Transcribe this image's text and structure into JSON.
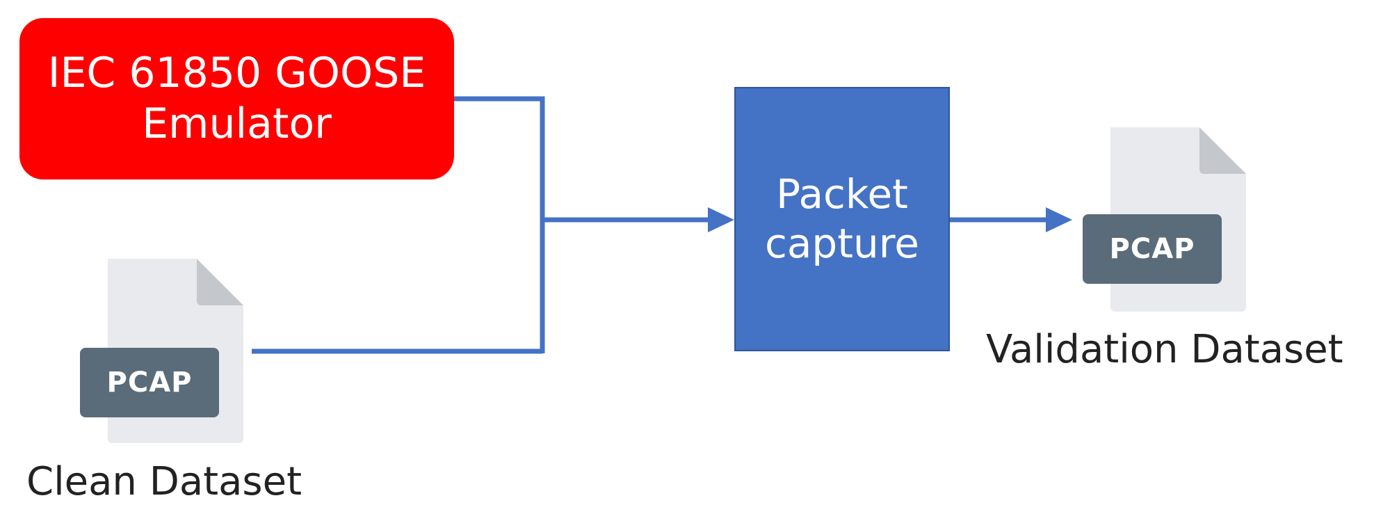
{
  "emulator": {
    "line1": "IEC 61850 GOOSE",
    "line2": "Emulator"
  },
  "capture": {
    "line1": "Packet",
    "line2": "capture"
  },
  "clean_file": {
    "badge": "PCAP",
    "caption": "Clean Dataset"
  },
  "validation_file": {
    "badge": "PCAP",
    "caption": "Validation Dataset"
  },
  "colors": {
    "emulator_fill": "#ff0000",
    "capture_fill": "#4472c4",
    "connector": "#4472c4",
    "file_body": "#e8eaed",
    "file_fold": "#c4c8cc",
    "badge_fill": "#5a6b7a"
  }
}
